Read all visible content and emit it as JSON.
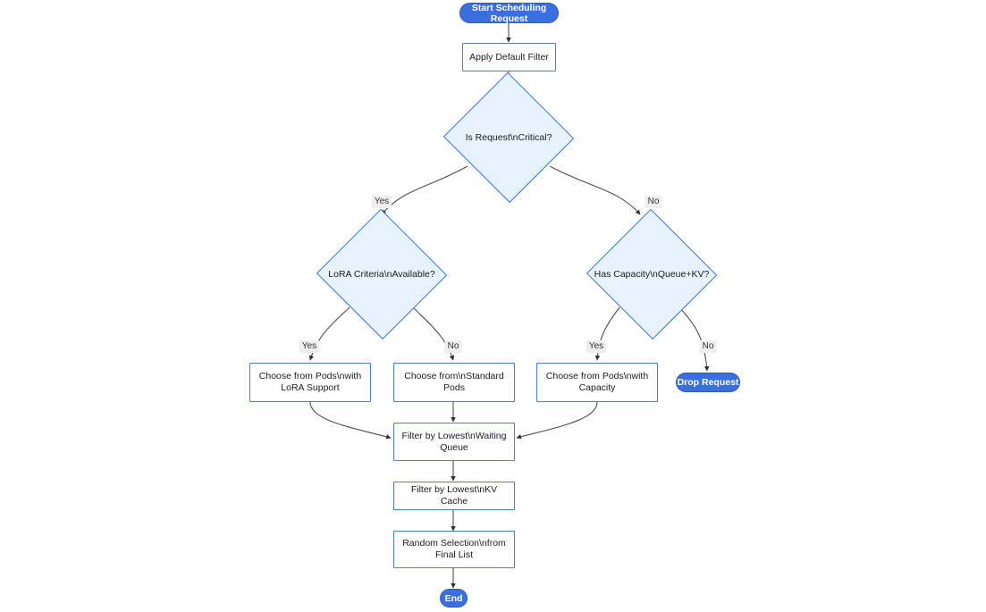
{
  "chart_data": {
    "type": "diagram",
    "title": "Start Scheduling Request",
    "diagram_kind": "flowchart",
    "orientation": "top-down",
    "nodes": [
      {
        "id": "start",
        "label": "Start Scheduling Request",
        "shape": "pill"
      },
      {
        "id": "default",
        "label": "Apply Default Filter",
        "shape": "rect"
      },
      {
        "id": "critical",
        "label": "Is Request\\nCritical?",
        "shape": "diamond"
      },
      {
        "id": "lora",
        "label": "LoRA Criteria\\nAvailable?",
        "shape": "diamond"
      },
      {
        "id": "capacity",
        "label": "Has Capacity\\nQueue+KV?",
        "shape": "diamond"
      },
      {
        "id": "lorapods",
        "label": "Choose from Pods\\nwith\nLoRA Support",
        "shape": "rect"
      },
      {
        "id": "standardpods",
        "label": "Choose from\\nStandard\nPods",
        "shape": "rect"
      },
      {
        "id": "capacitypods",
        "label": "Choose from Pods\\nwith\nCapacity",
        "shape": "rect"
      },
      {
        "id": "drop",
        "label": "Drop Request",
        "shape": "pill"
      },
      {
        "id": "waiting",
        "label": "Filter by Lowest\\nWaiting\nQueue",
        "shape": "rect"
      },
      {
        "id": "kvcache",
        "label": "Filter by Lowest\\nKV Cache",
        "shape": "rect"
      },
      {
        "id": "random",
        "label": "Random Selection\\nfrom\nFinal List",
        "shape": "rect"
      },
      {
        "id": "end",
        "label": "End",
        "shape": "pill"
      }
    ],
    "edges": [
      {
        "from": "start",
        "to": "default",
        "label": ""
      },
      {
        "from": "default",
        "to": "critical",
        "label": ""
      },
      {
        "from": "critical",
        "to": "lora",
        "label": "Yes"
      },
      {
        "from": "critical",
        "to": "capacity",
        "label": "No"
      },
      {
        "from": "lora",
        "to": "lorapods",
        "label": "Yes"
      },
      {
        "from": "lora",
        "to": "standardpods",
        "label": "No"
      },
      {
        "from": "capacity",
        "to": "capacitypods",
        "label": "Yes"
      },
      {
        "from": "capacity",
        "to": "drop",
        "label": "No"
      },
      {
        "from": "lorapods",
        "to": "waiting",
        "label": ""
      },
      {
        "from": "standardpods",
        "to": "waiting",
        "label": ""
      },
      {
        "from": "capacitypods",
        "to": "waiting",
        "label": ""
      },
      {
        "from": "waiting",
        "to": "kvcache",
        "label": ""
      },
      {
        "from": "kvcache",
        "to": "random",
        "label": ""
      },
      {
        "from": "random",
        "to": "end",
        "label": ""
      }
    ],
    "colors": {
      "background": "#ffffff",
      "terminator_fill": "#3b6fe0",
      "terminator_text": "#ffffff",
      "process_fill": "#ffffff",
      "process_border": "#4a7ae8",
      "decision_fill": "#e7f2fd",
      "decision_border": "#3b78e0",
      "edge_stroke": "#4d4d52",
      "edge_label_bg": "#eeeeee",
      "text": "#1a1a24"
    }
  },
  "nodes": {
    "start": {
      "label": "Start Scheduling Request"
    },
    "default": {
      "label": "Apply Default Filter"
    },
    "critical": {
      "label": "Is Request\\nCritical?"
    },
    "lora": {
      "label": "LoRA Criteria\\nAvailable?"
    },
    "capacity": {
      "label": "Has Capacity\\nQueue+KV?"
    },
    "lorapods": {
      "label": "Choose from Pods\\nwith\nLoRA Support"
    },
    "standardpods": {
      "label": "Choose from\\nStandard\nPods"
    },
    "capacitypods": {
      "label": "Choose from Pods\\nwith\nCapacity"
    },
    "drop": {
      "label": "Drop Request"
    },
    "waiting": {
      "label": "Filter by Lowest\\nWaiting\nQueue"
    },
    "kvcache": {
      "label": "Filter by Lowest\\nKV Cache"
    },
    "random": {
      "label": "Random Selection\\nfrom\nFinal List"
    },
    "end": {
      "label": "End"
    }
  },
  "edge_labels": {
    "critical_yes": "Yes",
    "critical_no": "No",
    "lora_yes": "Yes",
    "lora_no": "No",
    "capacity_yes": "Yes",
    "capacity_no": "No"
  }
}
